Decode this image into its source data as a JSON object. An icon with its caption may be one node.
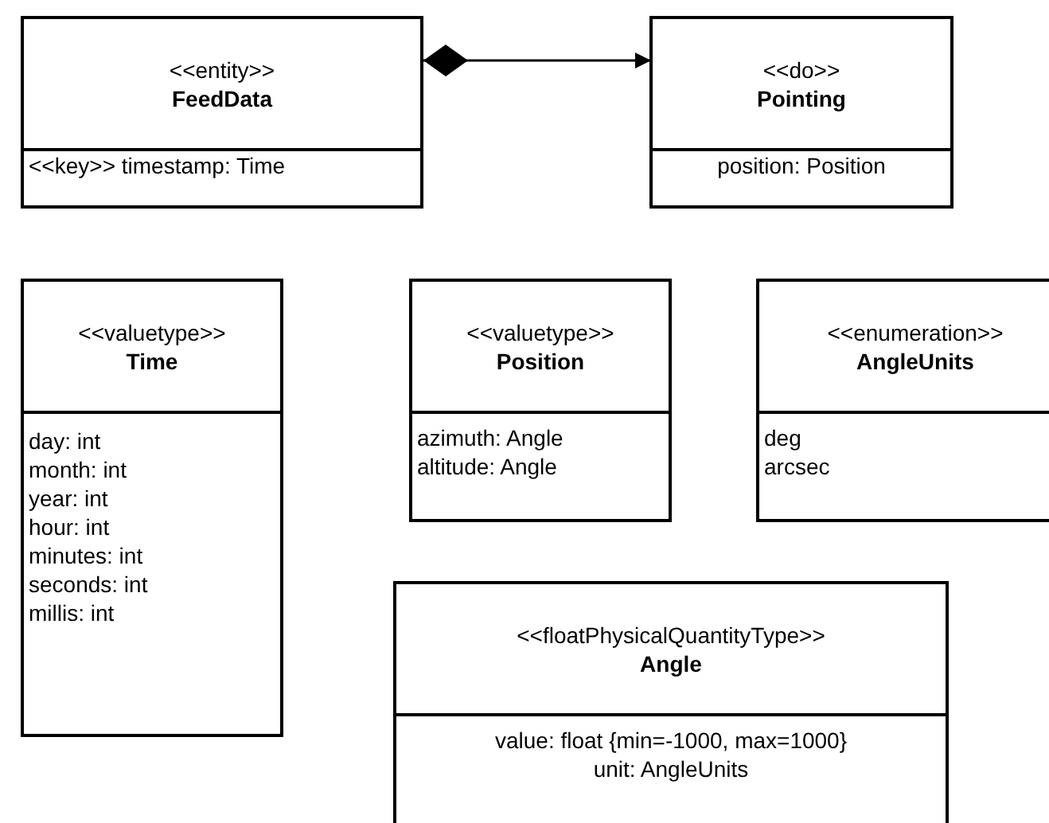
{
  "diagram": {
    "nodes": [
      {
        "text": [
          "<<entity>>",
          "FeedData",
          "<<key>> timestamp: Time"
        ]
      },
      {
        "text": [
          "<<do>>",
          "Pointing",
          "position: Position"
        ]
      },
      {
        "text": [
          "<<valuetype>>",
          "Time",
          "day: int",
          "month: int",
          "year: int",
          "hour: int",
          "minutes: int",
          "seconds: int",
          "millis: int"
        ]
      },
      {
        "text": [
          "<<valuetype>>",
          "Position",
          "azimuth: Angle",
          "altitude: Angle"
        ]
      },
      {
        "text": [
          "<<enumeration>>",
          "AngleUnits",
          "deg",
          "arcsec"
        ]
      },
      {
        "text": [
          "<<floatPhysicalQuantityType>>",
          "Angle",
          "value: float {min=-1000, max=1000}",
          "unit: AngleUnits"
        ]
      }
    ],
    "edges": [
      {
        "from": 0,
        "to": 1,
        "arrow": "to"
      }
    ]
  }
}
